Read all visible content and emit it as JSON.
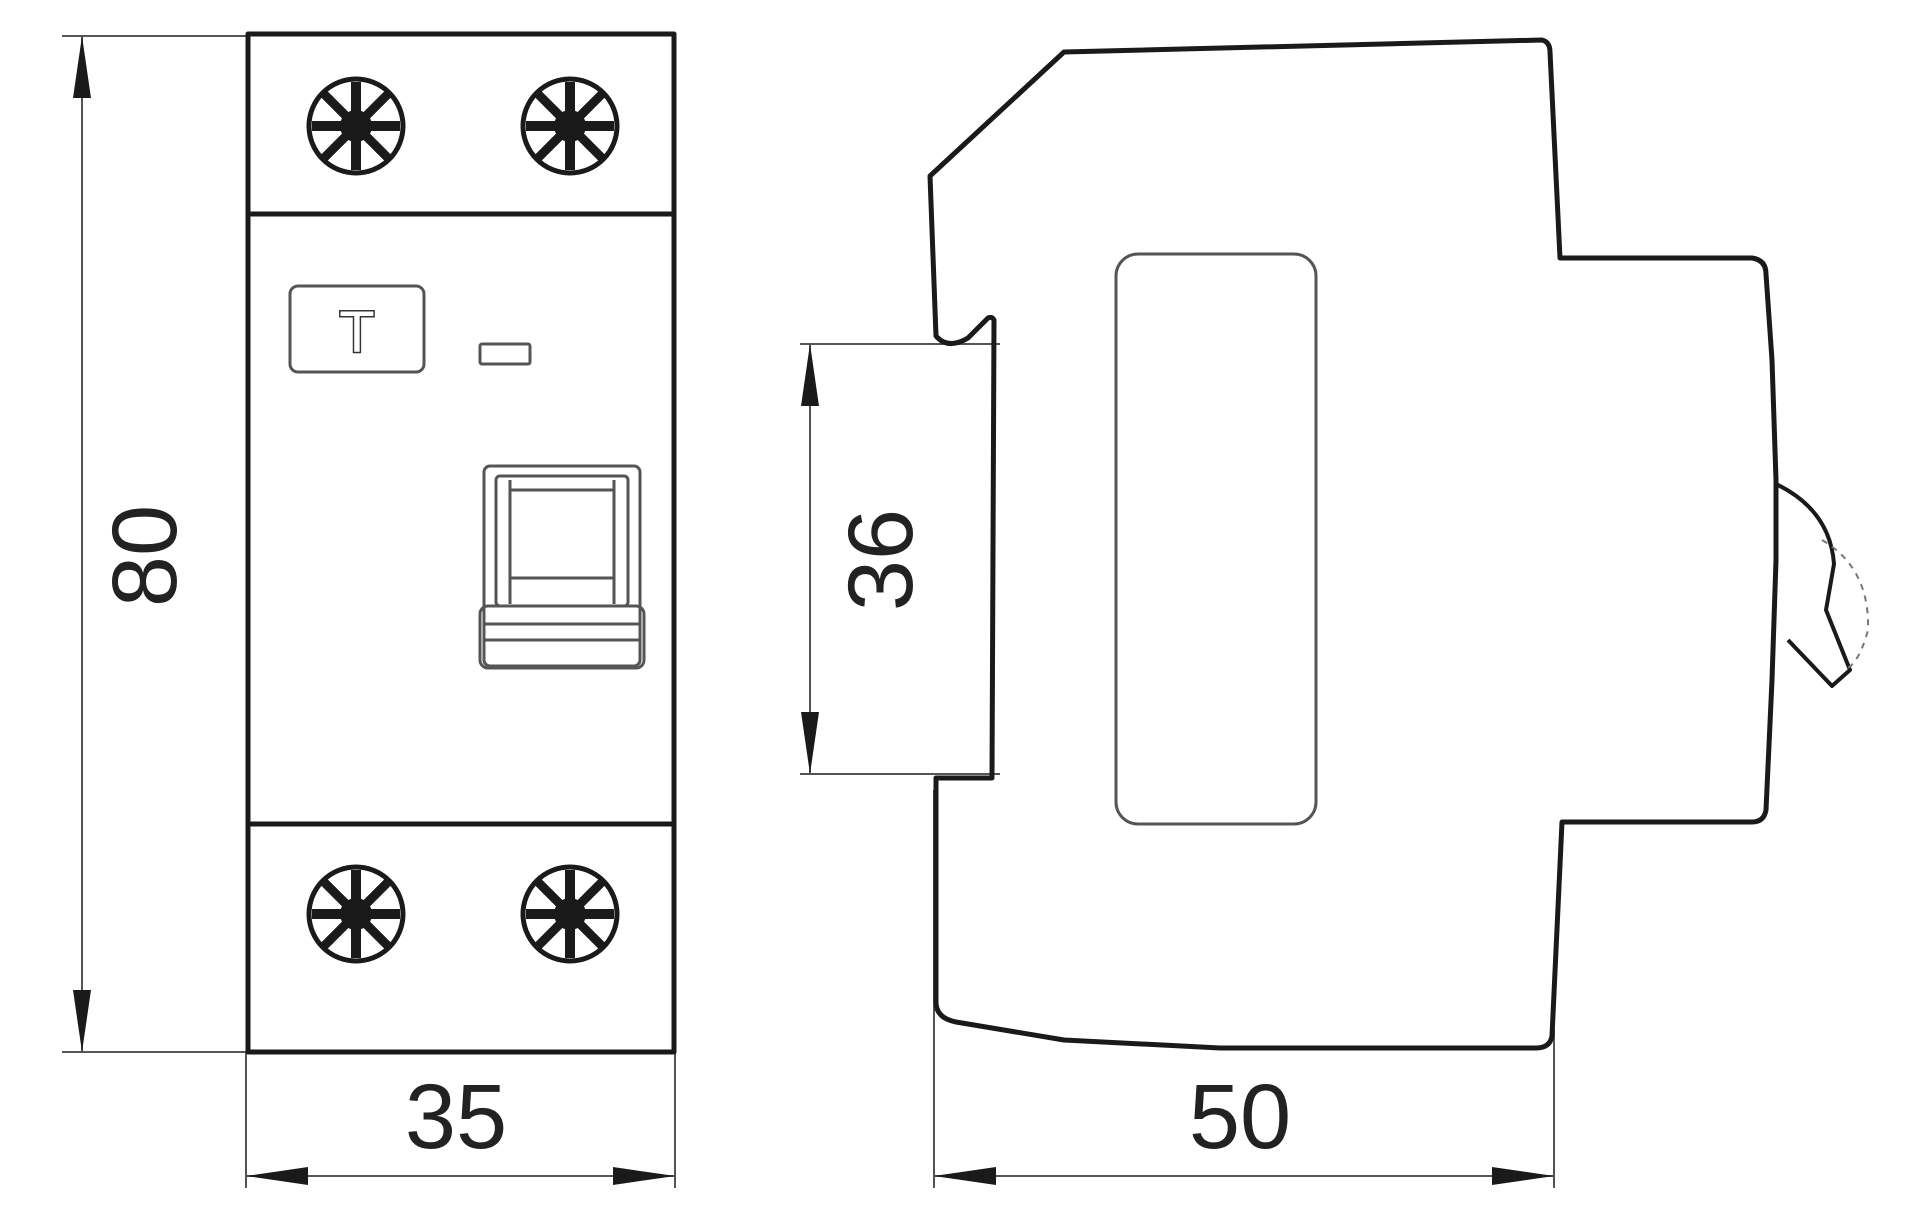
{
  "dimensions": {
    "height": "80",
    "width": "35",
    "rail": "36",
    "depth": "50"
  },
  "front_view": {
    "test_button_label": "T"
  }
}
